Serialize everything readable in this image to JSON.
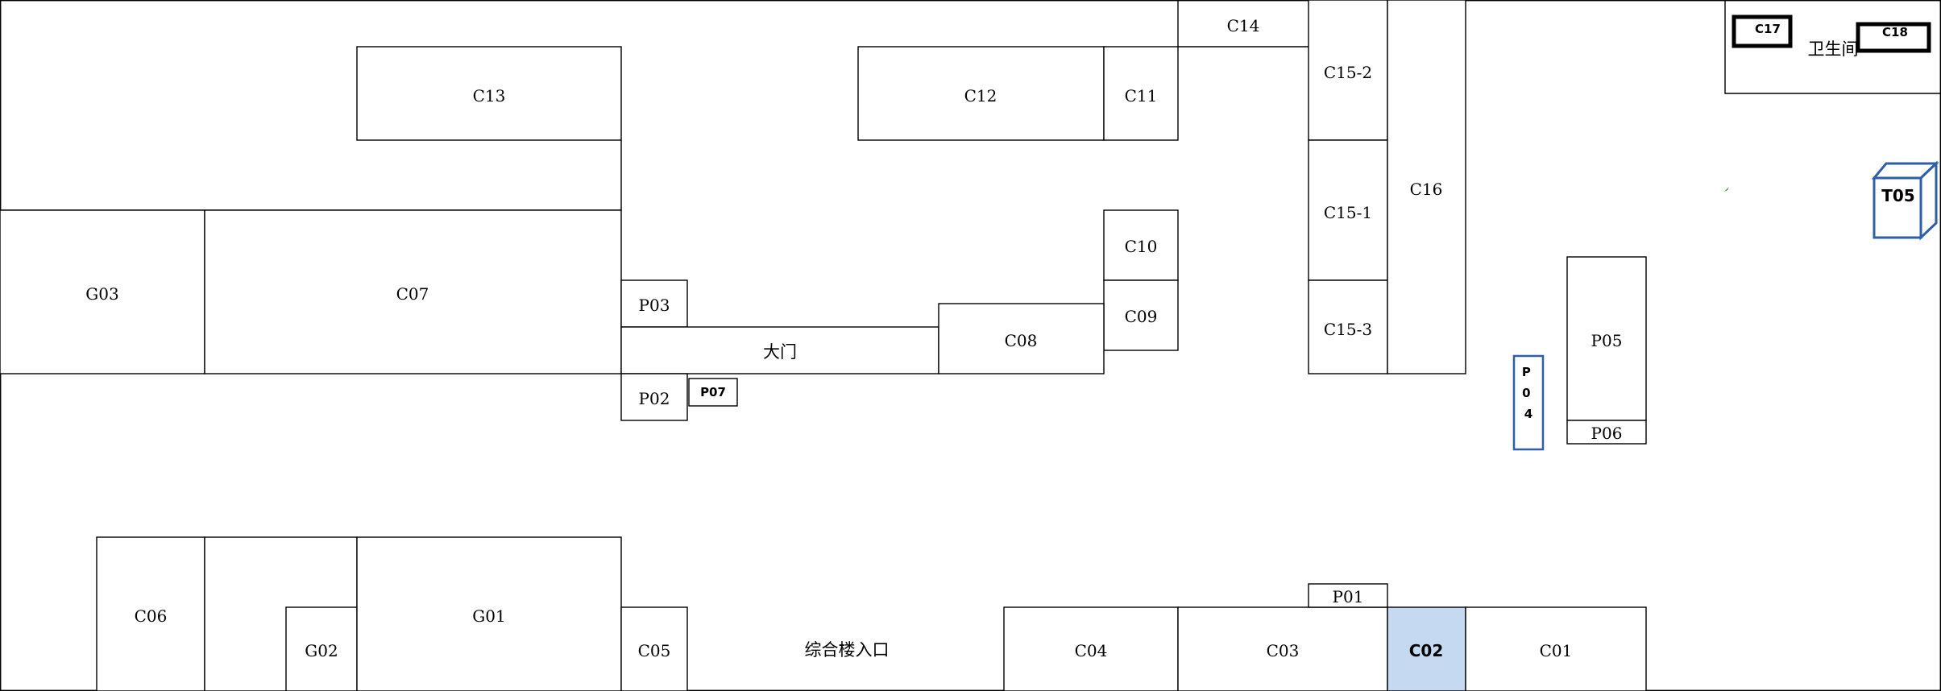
{
  "colors": {
    "highlight": "#c5d9f1",
    "blue_outline": "#2e5fa8",
    "line": "#000000",
    "accent_mark": "#2a8a2a"
  },
  "rooms": {
    "C01": "C01",
    "C02": "C02",
    "C03": "C03",
    "C04": "C04",
    "C05": "C05",
    "C06": "C06",
    "C07": "C07",
    "C08": "C08",
    "C09": "C09",
    "C10": "C10",
    "C11": "C11",
    "C12": "C12",
    "C13": "C13",
    "C14": "C14",
    "C15_1": "C15-1",
    "C15_2": "C15-2",
    "C15_3": "C15-3",
    "C16": "C16",
    "C17": "C17",
    "C18": "C18",
    "G01": "G01",
    "G02": "G02",
    "G03": "G03",
    "P01": "P01",
    "P02": "P02",
    "P03": "P03",
    "P04": "P04",
    "P05": "P05",
    "P06": "P06",
    "P07": "P07",
    "T05": "T05"
  },
  "areas": {
    "main_gate": "大门",
    "complex_entrance": "综合楼入口",
    "restroom": "卫生间"
  },
  "highlighted_room": "C02"
}
